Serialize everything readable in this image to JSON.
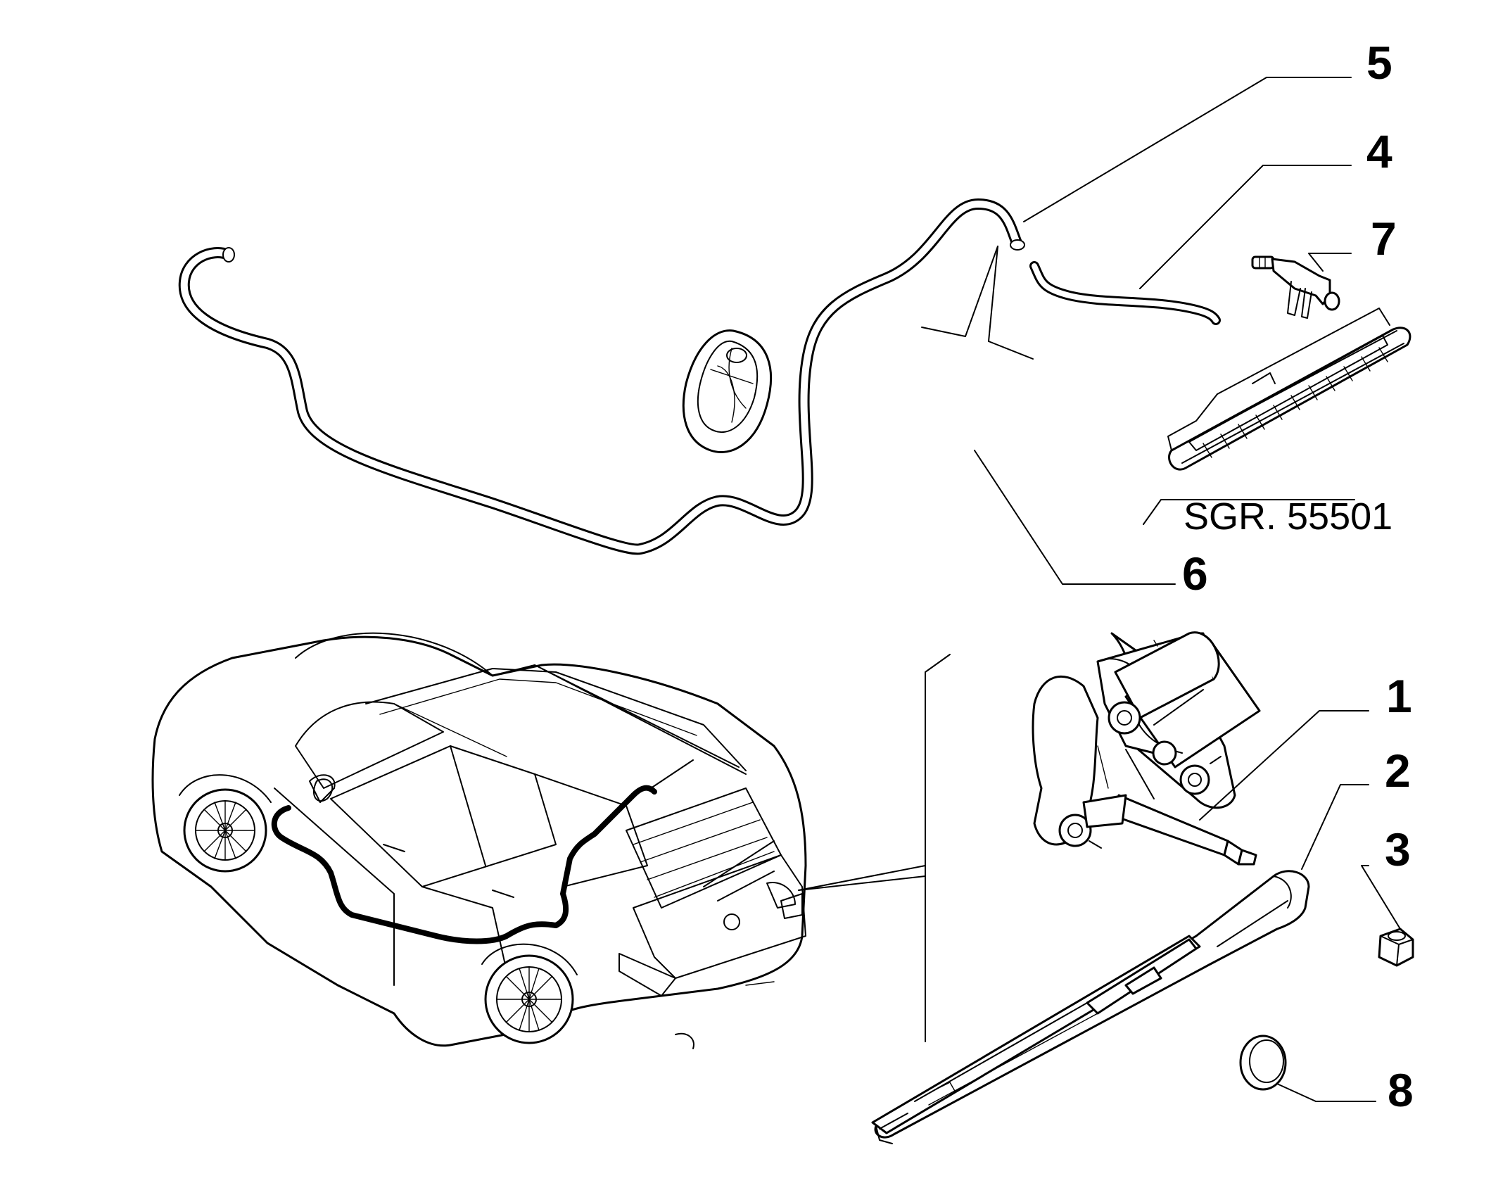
{
  "callouts": [
    {
      "number": "5",
      "part": "hose"
    },
    {
      "number": "4",
      "part": "hose-short"
    },
    {
      "number": "7",
      "part": "nozzle"
    },
    {
      "number": "6",
      "part": "grommet"
    },
    {
      "number": "1",
      "part": "wiper-motor"
    },
    {
      "number": "2",
      "part": "wiper-arm"
    },
    {
      "number": "3",
      "part": "nut"
    },
    {
      "number": "8",
      "part": "cap"
    }
  ],
  "reference": {
    "text": "SGR. 55501"
  },
  "colors": {
    "line": "#000000",
    "background": "#ffffff",
    "harness": "#000000"
  }
}
